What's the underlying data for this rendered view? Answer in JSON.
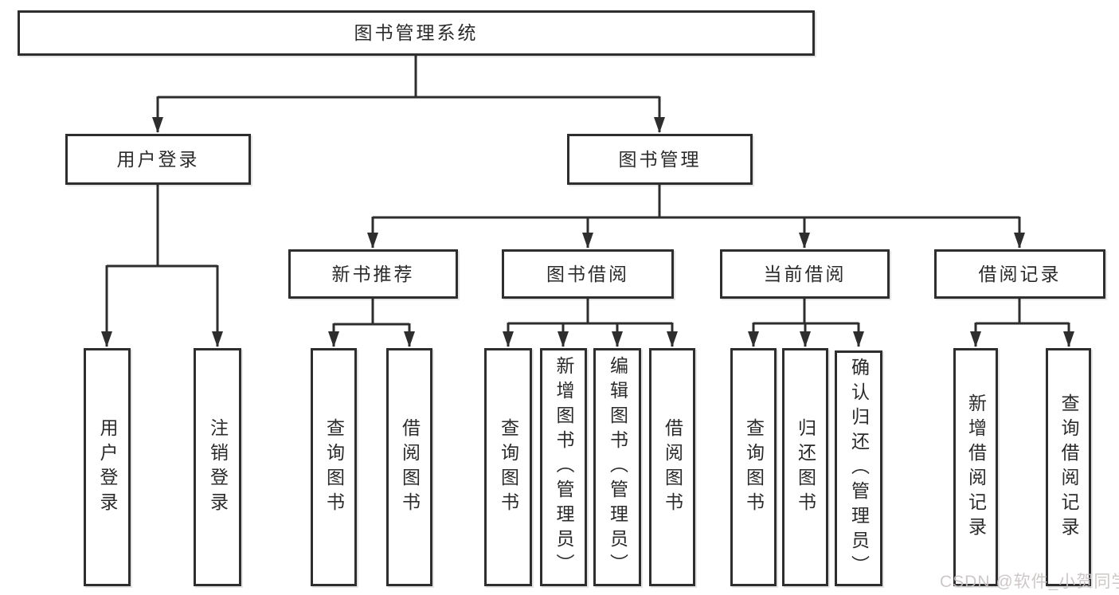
{
  "title": "图书管理系统",
  "nodes": {
    "user_login": "用户登录",
    "book_mgmt": "图书管理",
    "leaf_login": "用户登录",
    "leaf_logout": "注销登录",
    "new_book_rec": "新书推荐",
    "book_borrow": "图书借阅",
    "current_borrow": "当前借阅",
    "borrow_records": "借阅记录",
    "nbr_query_book": "查询图书",
    "nbr_borrow_book": "借阅图书",
    "bb_query_book": "查询图书",
    "bb_add_book": "新增图书（管理员）",
    "bb_edit_book": "编辑图书（管理员）",
    "bb_borrow_book": "借阅图书",
    "cb_query_book": "查询图书",
    "cb_return_book": "归还图书",
    "cb_confirm_return": "确认归还（管理员）",
    "br_add_record": "新增借阅记录",
    "br_query_record": "查询借阅记录"
  },
  "watermark": "CSDN @软件_小贺同学",
  "colors": {
    "line": "#2e2e2e",
    "text": "#2b2b2b",
    "watermark": "#c9c2c2",
    "background": "#ffffff"
  }
}
